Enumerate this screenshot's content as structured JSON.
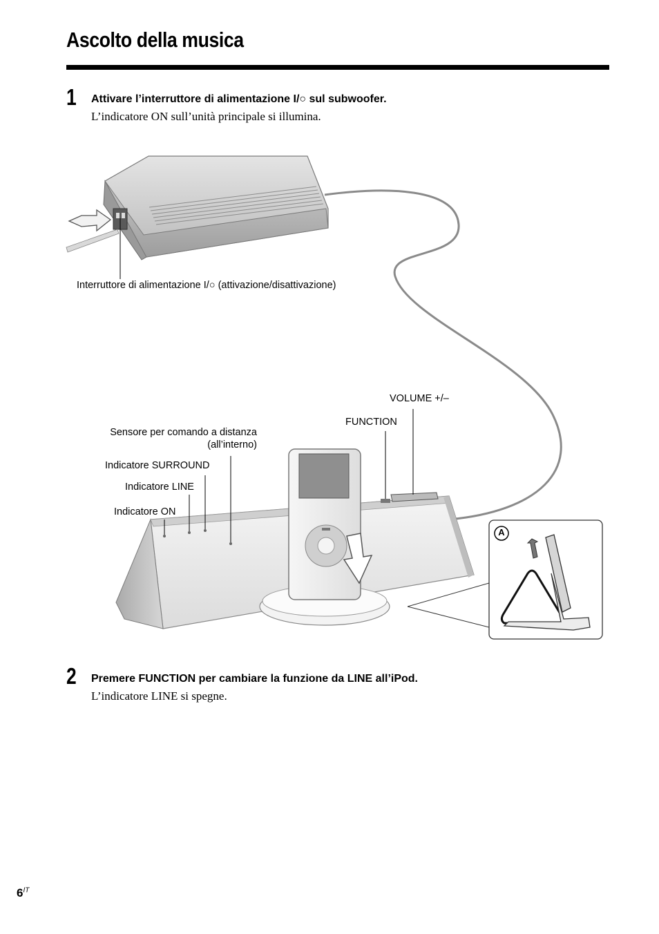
{
  "page": {
    "title": "Ascolto della musica",
    "page_number": "6",
    "page_suffix": "IT"
  },
  "steps": [
    {
      "number": "1",
      "title": "Attivare l’interruttore di alimentazione I/○ sul subwoofer.",
      "text": "L’indicatore ON sull’unità principale si illumina."
    },
    {
      "number": "2",
      "title": "Premere FUNCTION per cambiare la funzione da LINE all’iPod.",
      "text": "L’indicatore LINE si spegne."
    }
  ],
  "illustration": {
    "labels": {
      "power_switch": "Interruttore di alimentazione I/○ (attivazione/disattivazione)",
      "volume": "VOLUME +/–",
      "function": "FUNCTION",
      "sensor_line1": "Sensore per comando a distanza",
      "sensor_line2": "(all’interno)",
      "surround": "Indicatore SURROUND",
      "line": "Indicatore LINE",
      "on": "Indicatore ON",
      "inset_marker": "A"
    }
  }
}
